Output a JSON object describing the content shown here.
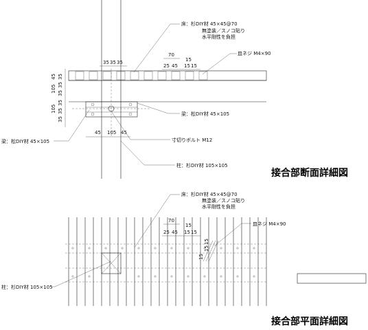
{
  "section_view": {
    "title": "接合部断面詳細図",
    "top_label_line1": "床：杉DIY材 45×45@70",
    "top_label_line2": "無塗装／スノコ貼り",
    "top_label_line3": "水平剛性を負担",
    "screw_label": "皿ネジ M4×90",
    "beam_right_label": "梁：松DIY材 45×105",
    "beam_left_label": "梁：松DIY材 45×105",
    "bolt_label": "寸切りボルト M12",
    "column_label": "柱：杉DIY材 105×105",
    "dim_top": [
      "35",
      "35",
      "35"
    ],
    "dim_spacing": [
      "70",
      "25",
      "45",
      "15",
      "15",
      "15"
    ],
    "dim_left_upper": [
      "45",
      "105",
      "35",
      "35",
      "35"
    ],
    "dim_left_lower": [
      "105",
      "35",
      "35",
      "35"
    ],
    "dim_bottom": [
      "45",
      "105",
      "45"
    ]
  },
  "plan_view": {
    "title": "接合部平面詳細図",
    "top_label_line1": "床：杉DIY材 45×45@70",
    "top_label_line2": "無塗装／スノコ貼り",
    "top_label_line3": "水平剛性を負担",
    "screw_label": "皿ネジ M4×90",
    "column_label": "柱：杉DIY材 105×105",
    "dim_spacing": [
      "70",
      "25",
      "45",
      "15",
      "15",
      "15"
    ],
    "dim_side": [
      "15",
      "15",
      "15"
    ]
  }
}
